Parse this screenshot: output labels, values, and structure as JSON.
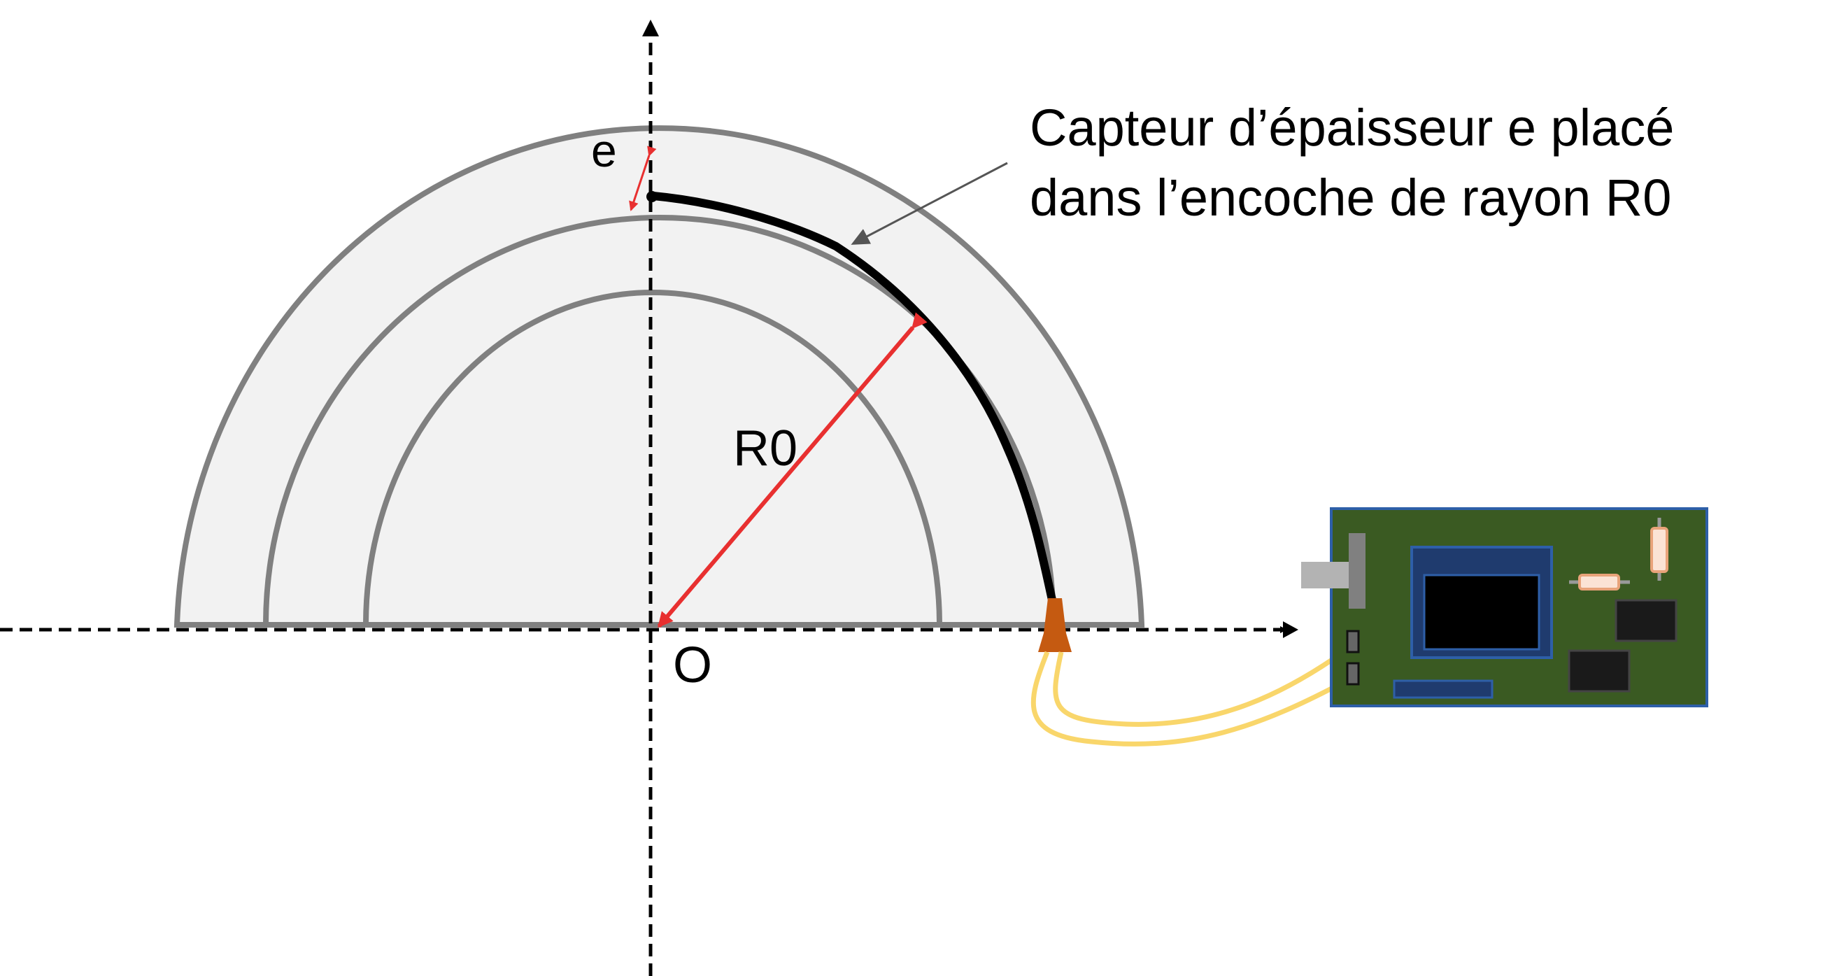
{
  "labels": {
    "thickness": "e",
    "radius": "R0",
    "origin": "O",
    "caption_line1": "Capteur d’épaisseur e placé",
    "caption_line2": "dans l’encoche de rayon R0"
  },
  "colors": {
    "ring_stroke": "#808080",
    "ring_fill": "#f2f2f2",
    "dimension_arrow": "#e83030",
    "sensor": "#000000",
    "connector": "#c55a11",
    "wires": "#f9d66b",
    "pcb": "#3a5a22",
    "pcb_border": "#2e5fa8",
    "chip": "#000000"
  }
}
